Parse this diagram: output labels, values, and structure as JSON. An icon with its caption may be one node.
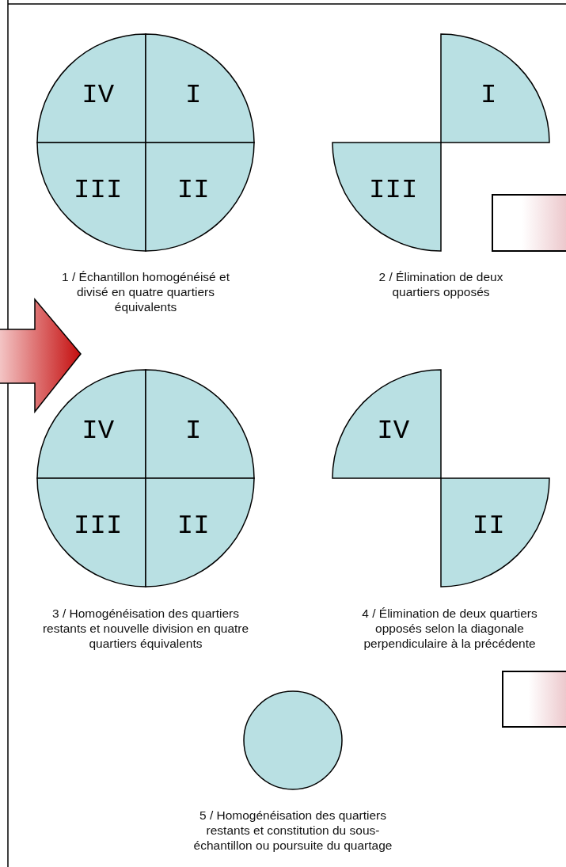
{
  "diagram": {
    "nodes": [
      {
        "text": [
          "IV"
        ]
      },
      {
        "text": [
          "I"
        ]
      },
      {
        "text": [
          "III"
        ]
      },
      {
        "text": [
          "II"
        ]
      },
      {
        "text": [
          "I"
        ]
      },
      {
        "text": [
          "III"
        ]
      },
      {
        "text": [
          "IV"
        ]
      },
      {
        "text": [
          "I"
        ]
      },
      {
        "text": [
          "III"
        ]
      },
      {
        "text": [
          "II"
        ]
      },
      {
        "text": [
          "IV"
        ]
      },
      {
        "text": [
          "II"
        ]
      },
      {
        "text": [],
        "shape": "circle"
      }
    ],
    "edges": [],
    "labels": [
      "1 / Échantillon homogénéisé et divisé en quatre quartiers équivalents",
      "2 / Élimination de deux quartiers opposés",
      "3 / Homogénéisation des quartiers restants et nouvelle division en quatre quartiers équivalents",
      "4 / Élimination de deux quartiers opposés selon la diagonale perpendiculaire à la précédente",
      "5 / Homogénéisation des quartiers restants et constitution du sous-échantillon ou poursuite du quartage"
    ]
  }
}
